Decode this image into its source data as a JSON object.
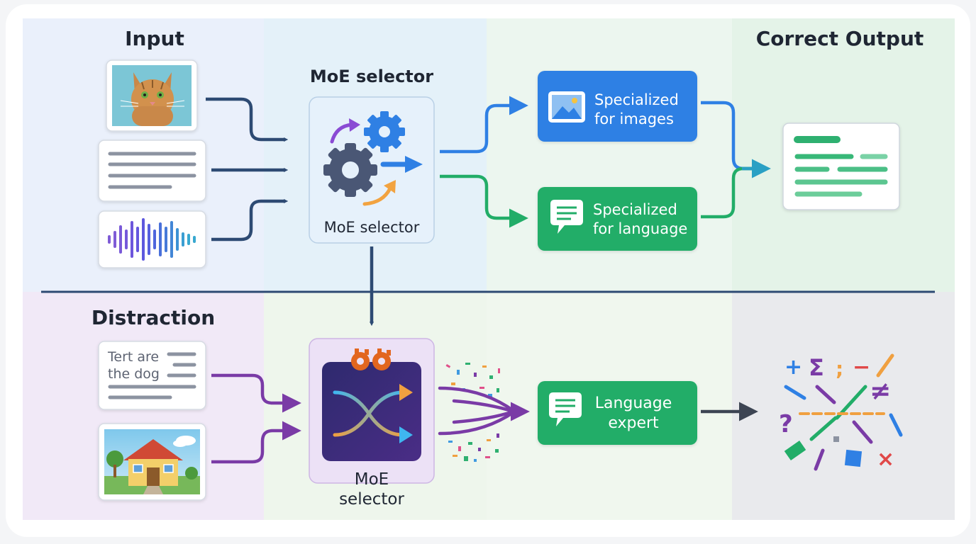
{
  "top": {
    "input_label": "Input",
    "selector_title": "MoE selector",
    "selector_caption": "MoE selector",
    "expert_images": [
      "Specialized",
      "for images"
    ],
    "expert_language": [
      "Specialized",
      "for language"
    ],
    "output_label": "Correct Output"
  },
  "bottom": {
    "distraction_label": "Distraction",
    "text_card": [
      "Tert are",
      "the dog"
    ],
    "selector_caption": [
      "MoE",
      "selector"
    ],
    "expert": [
      "Language",
      "expert"
    ]
  },
  "symbols": [
    "+",
    "Σ",
    ";",
    "−",
    "≠",
    "?",
    "×"
  ],
  "colors": {
    "image_expert": "#2f80e4",
    "language_expert": "#22ad68",
    "top_arrows": "#2d4a73",
    "bottom_arrows": "#7a3ba6",
    "output_lines": "#5bc690"
  }
}
